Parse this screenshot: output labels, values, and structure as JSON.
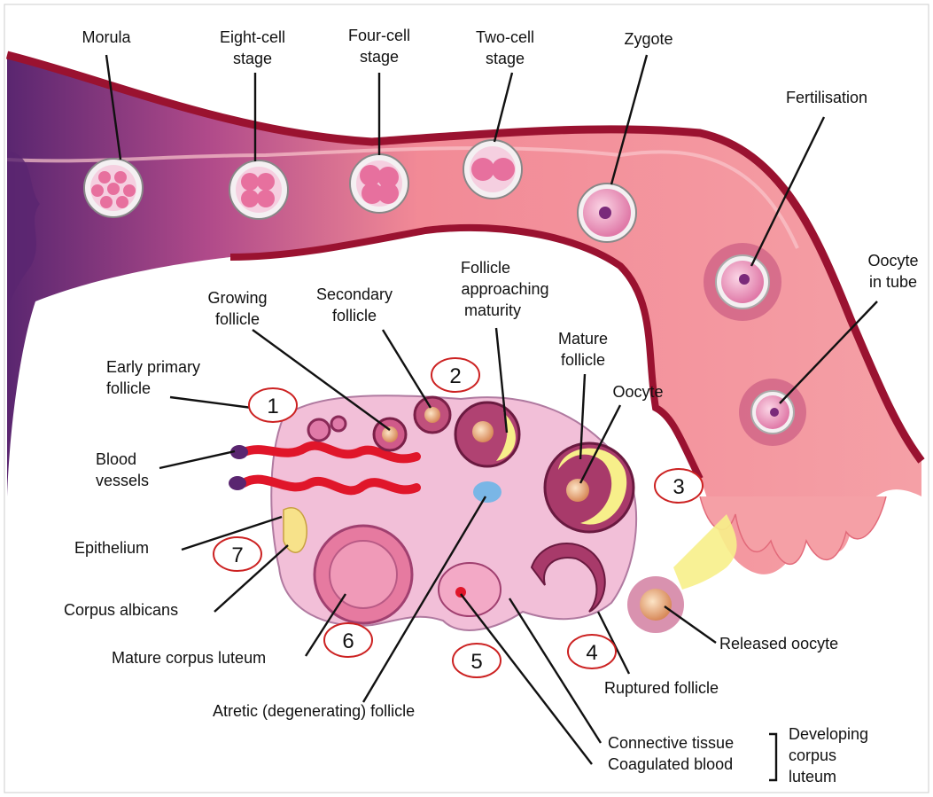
{
  "labels": {
    "morula": "Morula",
    "eight_cell_1": "Eight-cell",
    "eight_cell_2": "stage",
    "four_cell_1": "Four-cell",
    "four_cell_2": "stage",
    "two_cell_1": "Two-cell",
    "two_cell_2": "stage",
    "zygote": "Zygote",
    "fertilisation": "Fertilisation",
    "oocyte_in_tube_1": "Oocyte",
    "oocyte_in_tube_2": "in tube",
    "follicle_approaching_1": "Follicle",
    "follicle_approaching_2": "approaching",
    "follicle_approaching_3": "maturity",
    "secondary_follicle_1": "Secondary",
    "secondary_follicle_2": "follicle",
    "growing_follicle_1": "Growing",
    "growing_follicle_2": "follicle",
    "mature_follicle_1": "Mature",
    "mature_follicle_2": "follicle",
    "oocyte": "Oocyte",
    "early_primary_1": "Early primary",
    "early_primary_2": "follicle",
    "blood_vessels_1": "Blood",
    "blood_vessels_2": "vessels",
    "epithelium": "Epithelium",
    "corpus_albicans": "Corpus albicans",
    "mature_corpus_luteum": "Mature corpus luteum",
    "atretic_follicle": "Atretic (degenerating) follicle",
    "released_oocyte": "Released oocyte",
    "ruptured_follicle": "Ruptured follicle",
    "connective_tissue": "Connective tissue",
    "coagulated_blood": "Coagulated blood",
    "developing_1": "Developing",
    "developing_2": "corpus",
    "developing_3": "luteum"
  },
  "stage_numbers": [
    "1",
    "2",
    "3",
    "4",
    "5",
    "6",
    "7"
  ],
  "colors": {
    "tube_pink": "#f08a94",
    "tube_dark_wall": "#9a1230",
    "tube_purple": "#6a2a78",
    "ovary_pink": "#f2bfd8",
    "blood_red": "#e0162a",
    "follicle_fluid": "#f7ef8a",
    "number_circle_stroke": "#cc2222"
  }
}
